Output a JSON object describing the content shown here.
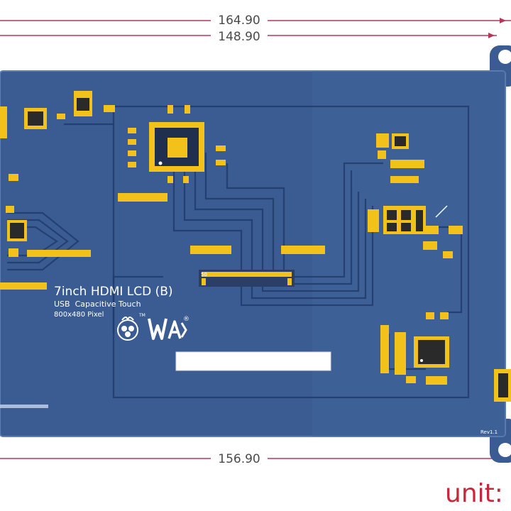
{
  "dimensions": {
    "top_outer": "164.90",
    "top_inner": "148.90",
    "bottom": "156.90"
  },
  "board": {
    "title": "7inch HDMI LCD (B)",
    "line1": "USB  Capacitive Touch",
    "line2": "800x480 Pixel",
    "revision": "Rev1.1",
    "connector_pin": "50",
    "trademark": "TM",
    "registered": "®"
  },
  "unit_label": "unit:",
  "colors": {
    "pcb": "#3a5c93",
    "pad": "#f2c21b",
    "dimension_line": "#b5365a",
    "unit_text": "#c8263a"
  }
}
